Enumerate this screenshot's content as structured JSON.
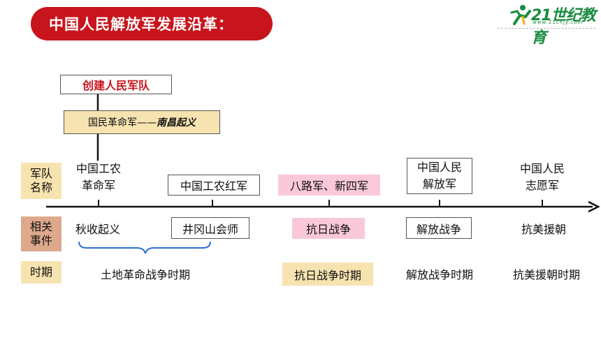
{
  "header": {
    "title": "中国人民解放军发展沿革：",
    "logo_main": "21世纪教育",
    "logo_sub": "www.21cnjy.com"
  },
  "founding": {
    "label": "创建人民军队",
    "nanchang_prefix": "国民革命军——",
    "nanchang_emphasis": "南昌起义"
  },
  "row_labels": {
    "army_line1": "军队",
    "army_line2": "名称",
    "event_line1": "相关",
    "event_line2": "事件",
    "period": "时期"
  },
  "armies": [
    {
      "line1": "中国工农",
      "line2": "革命军"
    },
    {
      "line1": "中国工农红军",
      "line2": ""
    },
    {
      "line1": "八路军、新四军",
      "line2": ""
    },
    {
      "line1": "中国人民",
      "line2": "解放军"
    },
    {
      "line1": "中国人民",
      "line2": "志愿军"
    }
  ],
  "events": [
    "秋收起义",
    "井冈山会师",
    "抗日战争",
    "解放战争",
    "抗美援朝"
  ],
  "periods": [
    "土地革命战争时期",
    "抗日战争时期",
    "解放战争时期",
    "抗美援朝时期"
  ],
  "colors": {
    "banner": "#c8141c",
    "highlight_yellow": "#f6e3b0",
    "highlight_pink": "#f9c9d8",
    "event_label": "#dda88c",
    "brace_blue": "#2f6fd6",
    "logo_green": "#1a8b3e"
  }
}
